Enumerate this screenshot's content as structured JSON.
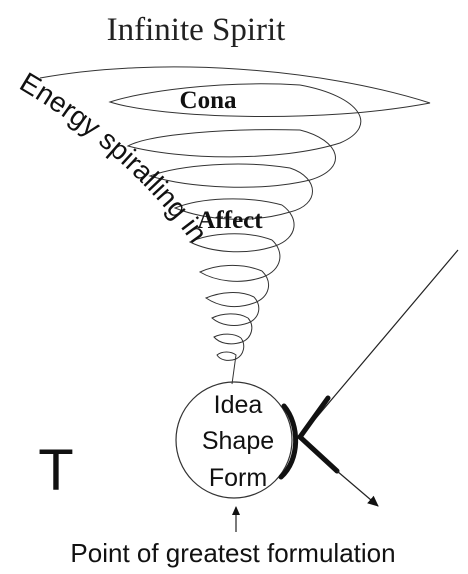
{
  "diagram": {
    "title": "Infinite Spirit",
    "level_top": "Cona",
    "level_middle": "Affect",
    "spiral_caption": "Energy spiralling in",
    "circle_lines": [
      "Idea",
      "Shape",
      "Form"
    ],
    "side_letter": "T",
    "bottom_caption": "Point of greatest formulation"
  }
}
